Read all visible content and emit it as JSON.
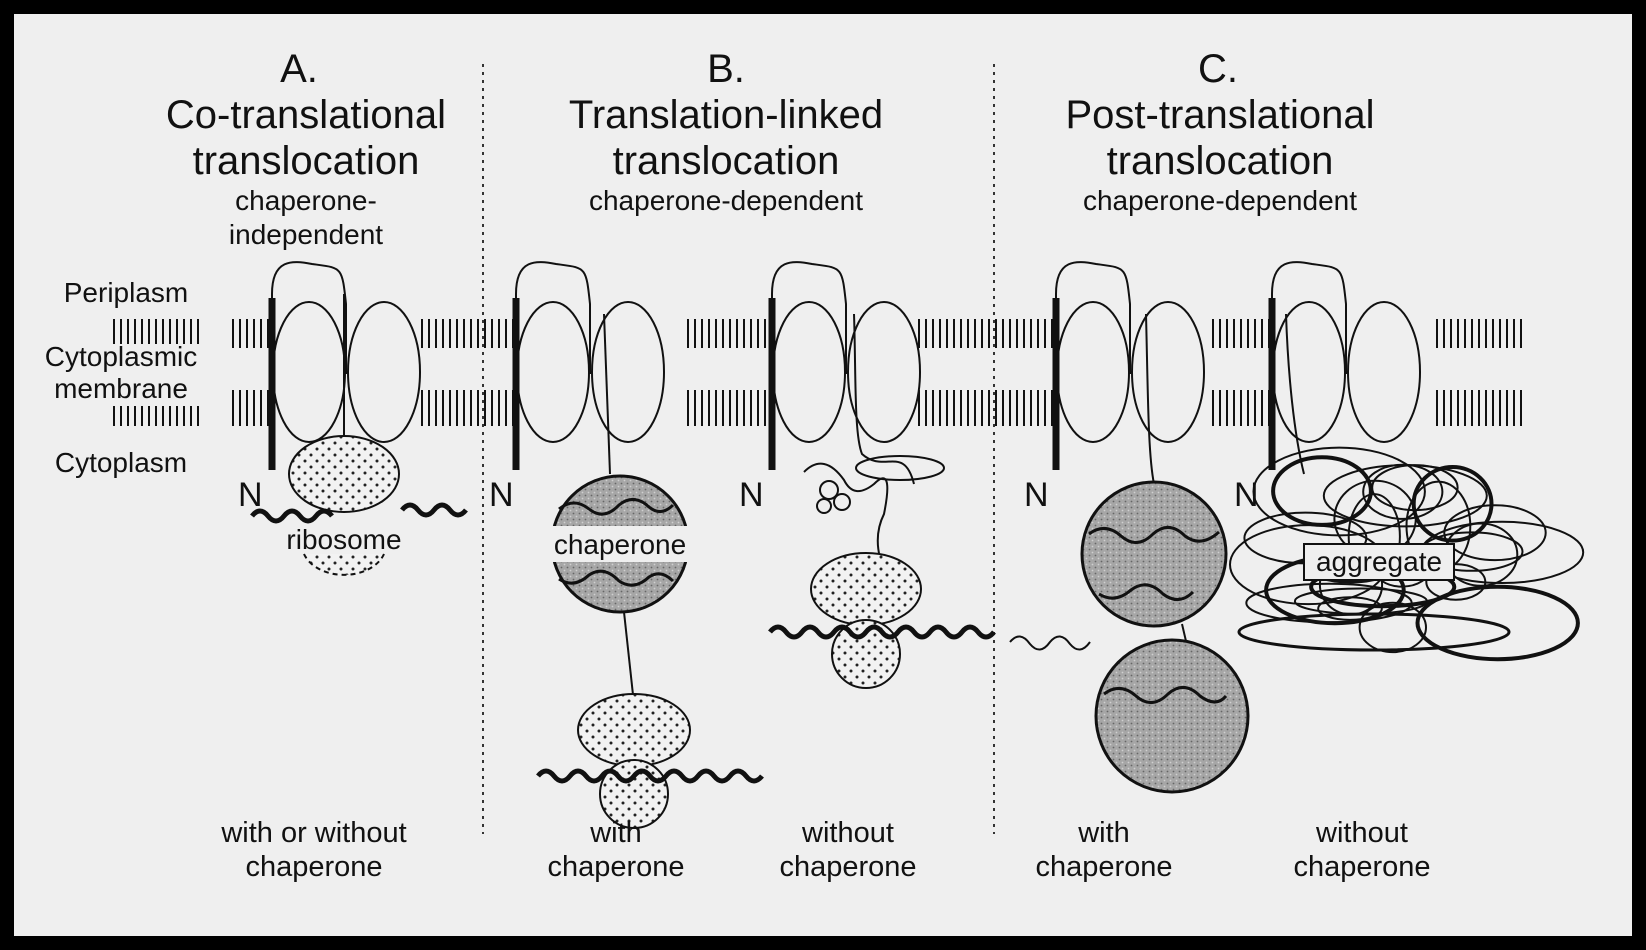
{
  "panels": [
    {
      "letter": "A.",
      "title1": "Co-translational",
      "title2": "translocation",
      "sub1": "chaperone-",
      "sub2": "independent",
      "captions": [
        {
          "l1": "with or without",
          "l2": "chaperone"
        }
      ]
    },
    {
      "letter": "B.",
      "title1": "Translation-linked",
      "title2": "translocation",
      "sub1": "chaperone-dependent",
      "sub2": "",
      "captions": [
        {
          "l1": "with",
          "l2": "chaperone"
        },
        {
          "l1": "without",
          "l2": "chaperone"
        }
      ]
    },
    {
      "letter": "C.",
      "title1": "Post-translational",
      "title2": "translocation",
      "sub1": "chaperone-dependent",
      "sub2": "",
      "captions": [
        {
          "l1": "with",
          "l2": "chaperone"
        },
        {
          "l1": "without",
          "l2": "chaperone"
        }
      ]
    }
  ],
  "side_labels": {
    "periplasm": "Periplasm",
    "membrane1": "Cytoplasmic",
    "membrane2": "membrane",
    "cytoplasm": "Cytoplasm"
  },
  "terminus": "N",
  "labels": {
    "ribosome": "ribosome",
    "chaperone": "chaperone",
    "aggregate": "aggregate"
  },
  "colors": {
    "background": "#efefef",
    "frame": "#000000",
    "ink": "#111111",
    "chaperone_fill": "#a8a8a8",
    "ribosome_fill": "#f2f2f2"
  }
}
